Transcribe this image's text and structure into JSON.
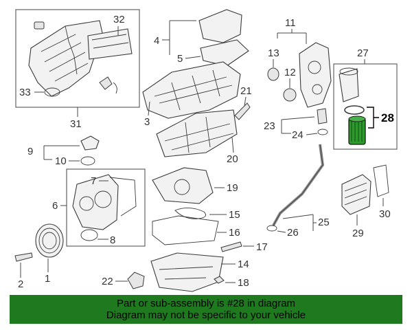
{
  "diagram": {
    "callouts": {
      "n1": "1",
      "n2": "2",
      "n3": "3",
      "n4": "4",
      "n5": "5",
      "n6": "6",
      "n7": "7",
      "n8": "8",
      "n9": "9",
      "n10": "10",
      "n11": "11",
      "n12": "12",
      "n13": "13",
      "n14": "14",
      "n15": "15",
      "n16": "16",
      "n17": "17",
      "n18": "18",
      "n19": "19",
      "n20": "20",
      "n21": "21",
      "n22": "22",
      "n23": "23",
      "n24": "24",
      "n25": "25",
      "n26": "26",
      "n27": "27",
      "n28": "28",
      "n29": "29",
      "n30": "30",
      "n31": "31",
      "n32": "32",
      "n33": "33"
    },
    "highlighted_part": "28",
    "highlight_color": "#1f7a1f"
  },
  "banner": {
    "line1": "Part or sub-assembly is #28 in diagram",
    "line2": "Diagram may not be specific to your vehicle"
  }
}
